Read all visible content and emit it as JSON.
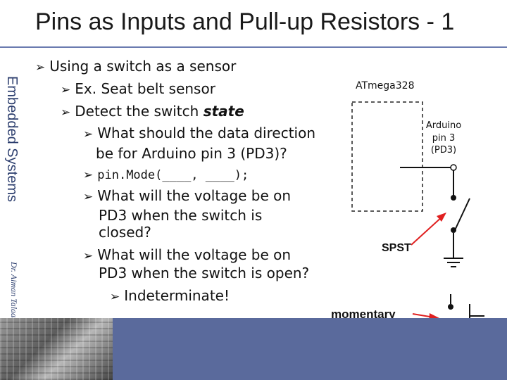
{
  "slide": {
    "title": "Pins as Inputs and Pull-up Resistors - 1",
    "side_label": "Embedded Systems",
    "author": "Dr. Aiman Talaat"
  },
  "bullets": {
    "b1": "Using a switch as a sensor",
    "b2": "Ex. Seat belt sensor",
    "b3_prefix": "Detect the switch ",
    "b3_emph": "state",
    "b4_line1": "What should the data direction",
    "b4_line2": "be for Arduino pin 3 (PD3)?",
    "b5": "pin.Mode(____, ____);",
    "b6_line1": "What will the voltage be on",
    "b6_line2": "PD3 when the switch is",
    "b6_line3": "closed?",
    "b7_line1": "What will the voltage be on",
    "b7_line2": "PD3 when the switch is open?",
    "b8": "Indeterminate!"
  },
  "diagram": {
    "chip_label": "ATmega328",
    "pin_label_line1": "Arduino",
    "pin_label_line2": "pin 3",
    "pin_label_line3": "(PD3)",
    "switch_label": "SPST",
    "momentary_label": "momentary"
  },
  "colors": {
    "title_rule": "#6b7bb0",
    "bottom_bar": "#5a6a9c",
    "side_label": "#2c3e6e",
    "arrow_red": "#e02020"
  }
}
